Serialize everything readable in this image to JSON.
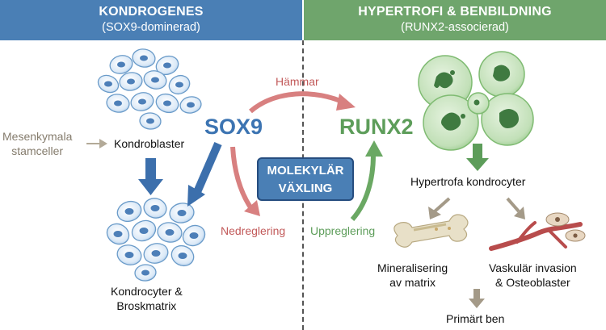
{
  "header": {
    "left_title": "KONDROGENES",
    "left_subtitle": "(SOX9-dominerad)",
    "right_title": "HYPERTROFI & BENBILDNING",
    "right_subtitle": "(RUNX2-associerad)"
  },
  "labels": {
    "mesenchymal": "Mesenkymala\nstamceller",
    "chondroblast": "Kondroblaster",
    "chondrocytes": "Kondrocyter &\nBroskmatrix",
    "sox9": "SOX9",
    "runx2": "RUNX2",
    "inhibits": "Hämmar",
    "downregulation": "Nedreglering",
    "upregulation": "Uppreglering",
    "switch": "MOLEKYLÄR\nVÄXLING",
    "hypertrophic": "Hypertrofa kondrocyter",
    "mineralization": "Mineralisering\nav matrix",
    "invasion": "Vaskulär invasion\n& Osteoblaster",
    "primary_bone": "Primärt ben"
  },
  "colors": {
    "blue": "#4a7fb5",
    "green": "#6fa56c",
    "red_arrow": "#d88080",
    "grey_arrow": "#a49a88"
  }
}
